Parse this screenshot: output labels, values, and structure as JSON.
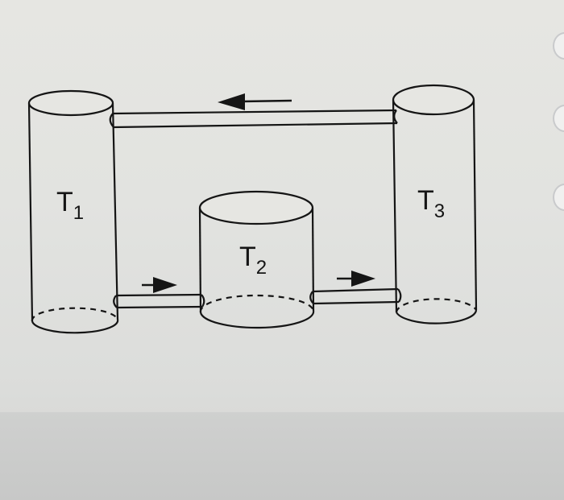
{
  "tanks": [
    {
      "id": "T1",
      "letter": "T",
      "subscript": "1"
    },
    {
      "id": "T2",
      "letter": "T",
      "subscript": "2"
    },
    {
      "id": "T3",
      "letter": "T",
      "subscript": "3"
    }
  ],
  "flows": [
    {
      "from": "T3",
      "to": "T1",
      "direction": "left"
    },
    {
      "from": "T1",
      "to": "T2",
      "direction": "right"
    },
    {
      "from": "T2",
      "to": "T3",
      "direction": "right"
    }
  ],
  "colors": {
    "ink": "#151515",
    "paper": "#e4e4e1"
  }
}
